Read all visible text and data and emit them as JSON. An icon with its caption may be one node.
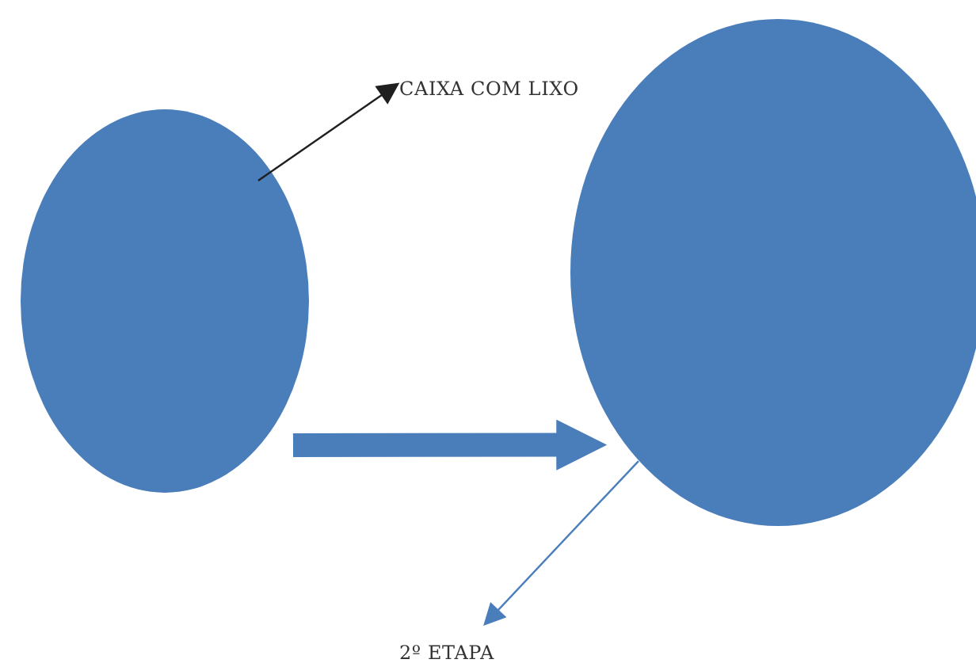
{
  "diagram": {
    "nodes": [
      {
        "text": [],
        "shape": "circle"
      },
      {
        "text": [
          "CAIXA COM LIXO"
        ]
      },
      {
        "text": [],
        "shape": "circle"
      },
      {
        "text": [
          "2º ETAPA"
        ]
      }
    ],
    "edges": [
      {
        "from": 0,
        "to": 1,
        "arrow": "to",
        "color": "#1f1f1f"
      },
      {
        "from": 0,
        "to": 2,
        "arrow": "to",
        "style": "thick"
      },
      {
        "from": 2,
        "to": 3,
        "arrow": "to"
      }
    ]
  }
}
